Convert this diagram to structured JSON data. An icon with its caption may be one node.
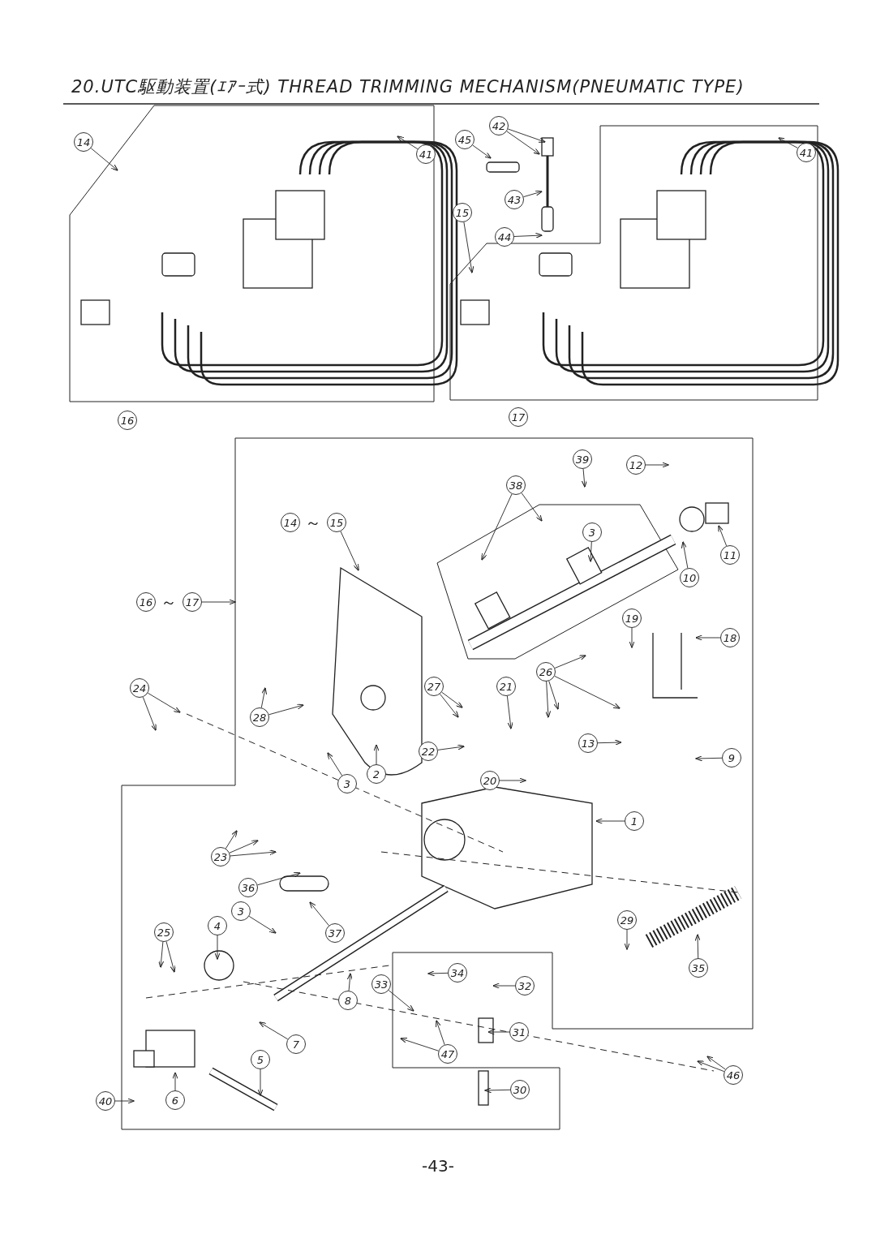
{
  "diagram": {
    "title": "20.UTC駆動装置(ｴｱｰ式) THREAD TRIMMING MECHANISM(PNEUMATIC TYPE)",
    "nodes": [
      {
        "text": [
          "14"
        ]
      },
      {
        "text": [
          "41"
        ]
      },
      {
        "text": [
          "42"
        ]
      },
      {
        "text": [
          "45"
        ]
      },
      {
        "text": [
          "43"
        ]
      },
      {
        "text": [
          "44"
        ]
      },
      {
        "text": [
          "15"
        ]
      },
      {
        "text": [
          "41"
        ]
      },
      {
        "text": [
          "16"
        ]
      },
      {
        "text": [
          "17"
        ]
      },
      {
        "text": [
          "12"
        ]
      },
      {
        "text": [
          "39"
        ]
      },
      {
        "text": [
          "38"
        ]
      },
      {
        "text": [
          "3"
        ]
      },
      {
        "text": [
          "11"
        ]
      },
      {
        "text": [
          "10"
        ]
      },
      {
        "text": [
          "14"
        ]
      },
      {
        "text": [
          "15"
        ]
      },
      {
        "text": [
          "16"
        ]
      },
      {
        "text": [
          "17"
        ]
      },
      {
        "text": [
          "19"
        ]
      },
      {
        "text": [
          "18"
        ]
      },
      {
        "text": [
          "26"
        ]
      },
      {
        "text": [
          "24"
        ]
      },
      {
        "text": [
          "28"
        ]
      },
      {
        "text": [
          "27"
        ]
      },
      {
        "text": [
          "21"
        ]
      },
      {
        "text": [
          "22"
        ]
      },
      {
        "text": [
          "13"
        ]
      },
      {
        "text": [
          "9"
        ]
      },
      {
        "text": [
          "3"
        ]
      },
      {
        "text": [
          "2"
        ]
      },
      {
        "text": [
          "20"
        ]
      },
      {
        "text": [
          "1"
        ]
      },
      {
        "text": [
          "23"
        ]
      },
      {
        "text": [
          "36"
        ]
      },
      {
        "text": [
          "37"
        ]
      },
      {
        "text": [
          "3"
        ]
      },
      {
        "text": [
          "4"
        ]
      },
      {
        "text": [
          "25"
        ]
      },
      {
        "text": [
          "29"
        ]
      },
      {
        "text": [
          "35"
        ]
      },
      {
        "text": [
          "34"
        ]
      },
      {
        "text": [
          "33"
        ]
      },
      {
        "text": [
          "32"
        ]
      },
      {
        "text": [
          "8"
        ]
      },
      {
        "text": [
          "31"
        ]
      },
      {
        "text": [
          "7"
        ]
      },
      {
        "text": [
          "47"
        ]
      },
      {
        "text": [
          "5"
        ]
      },
      {
        "text": [
          "46"
        ]
      },
      {
        "text": [
          "30"
        ]
      },
      {
        "text": [
          "40"
        ]
      },
      {
        "text": [
          "6"
        ]
      }
    ],
    "edges": [
      {
        "from": 0,
        "to": null,
        "arrow": "to"
      },
      {
        "from": 1,
        "to": null,
        "arrow": "to"
      },
      {
        "from": 2,
        "to": null,
        "arrow": "to"
      },
      {
        "from": 2,
        "to": null,
        "arrow": "to"
      },
      {
        "from": 3,
        "to": null,
        "arrow": "to"
      },
      {
        "from": 4,
        "to": null,
        "arrow": "to"
      },
      {
        "from": 5,
        "to": null,
        "arrow": "to"
      },
      {
        "from": 6,
        "to": null,
        "arrow": "to"
      },
      {
        "from": 7,
        "to": null,
        "arrow": "to"
      },
      {
        "from": 10,
        "to": null,
        "arrow": "to"
      },
      {
        "from": 11,
        "to": null,
        "arrow": "to"
      },
      {
        "from": 12,
        "to": null,
        "arrow": "to"
      },
      {
        "from": 12,
        "to": null,
        "arrow": "to"
      },
      {
        "from": 13,
        "to": null,
        "arrow": "to"
      },
      {
        "from": 14,
        "to": null,
        "arrow": "to"
      },
      {
        "from": 15,
        "to": null,
        "arrow": "to"
      },
      {
        "from": 17,
        "to": null,
        "arrow": "to"
      },
      {
        "from": 19,
        "to": null,
        "arrow": "to"
      },
      {
        "from": 20,
        "to": null,
        "arrow": "to"
      },
      {
        "from": 21,
        "to": null,
        "arrow": "to"
      },
      {
        "from": 22,
        "to": null,
        "arrow": "to"
      },
      {
        "from": 22,
        "to": null,
        "arrow": "to"
      },
      {
        "from": 23,
        "to": null,
        "arrow": "to"
      },
      {
        "from": 23,
        "to": null,
        "arrow": "to"
      },
      {
        "from": 24,
        "to": null,
        "arrow": "to"
      },
      {
        "from": 24,
        "to": null,
        "arrow": "to"
      },
      {
        "from": 25,
        "to": null,
        "arrow": "to"
      },
      {
        "from": 25,
        "to": null,
        "arrow": "to"
      },
      {
        "from": 26,
        "to": null,
        "arrow": "to"
      },
      {
        "from": 27,
        "to": null,
        "arrow": "to"
      },
      {
        "from": 28,
        "to": null,
        "arrow": "to"
      },
      {
        "from": 29,
        "to": null,
        "arrow": "to"
      },
      {
        "from": 30,
        "to": null,
        "arrow": "to"
      },
      {
        "from": 31,
        "to": null,
        "arrow": "to"
      },
      {
        "from": 22,
        "to": null,
        "arrow": "to"
      },
      {
        "from": 22,
        "to": null,
        "arrow": "to"
      },
      {
        "from": 32,
        "to": null,
        "arrow": "to"
      },
      {
        "from": 33,
        "to": null,
        "arrow": "to"
      },
      {
        "from": 34,
        "to": null,
        "arrow": "to"
      },
      {
        "from": 34,
        "to": null,
        "arrow": "to"
      },
      {
        "from": 34,
        "to": null,
        "arrow": "to"
      },
      {
        "from": 35,
        "to": null,
        "arrow": "to"
      },
      {
        "from": 36,
        "to": null,
        "arrow": "to"
      },
      {
        "from": 37,
        "to": null,
        "arrow": "to"
      },
      {
        "from": 38,
        "to": null,
        "arrow": "to"
      },
      {
        "from": 39,
        "to": null,
        "arrow": "to"
      },
      {
        "from": 39,
        "to": null,
        "arrow": "to"
      },
      {
        "from": 40,
        "to": null,
        "arrow": "to"
      },
      {
        "from": 41,
        "to": null,
        "arrow": "to"
      },
      {
        "from": 42,
        "to": null,
        "arrow": "to"
      },
      {
        "from": 43,
        "to": null,
        "arrow": "to"
      },
      {
        "from": 44,
        "to": null,
        "arrow": "to"
      },
      {
        "from": 45,
        "to": null,
        "arrow": "to"
      },
      {
        "from": 46,
        "to": null,
        "arrow": "to"
      },
      {
        "from": 47,
        "to": null,
        "arrow": "to"
      },
      {
        "from": 48,
        "to": null,
        "arrow": "to"
      },
      {
        "from": 48,
        "to": null,
        "arrow": "to"
      },
      {
        "from": 49,
        "to": null,
        "arrow": "to"
      },
      {
        "from": 50,
        "to": null,
        "arrow": "to"
      },
      {
        "from": 50,
        "to": null,
        "arrow": "to"
      },
      {
        "from": 51,
        "to": null,
        "arrow": "to"
      },
      {
        "from": 52,
        "to": null,
        "arrow": "to"
      },
      {
        "from": 53,
        "to": null,
        "arrow": "to"
      }
    ],
    "labels": [
      "～",
      "～",
      "-43-"
    ]
  }
}
